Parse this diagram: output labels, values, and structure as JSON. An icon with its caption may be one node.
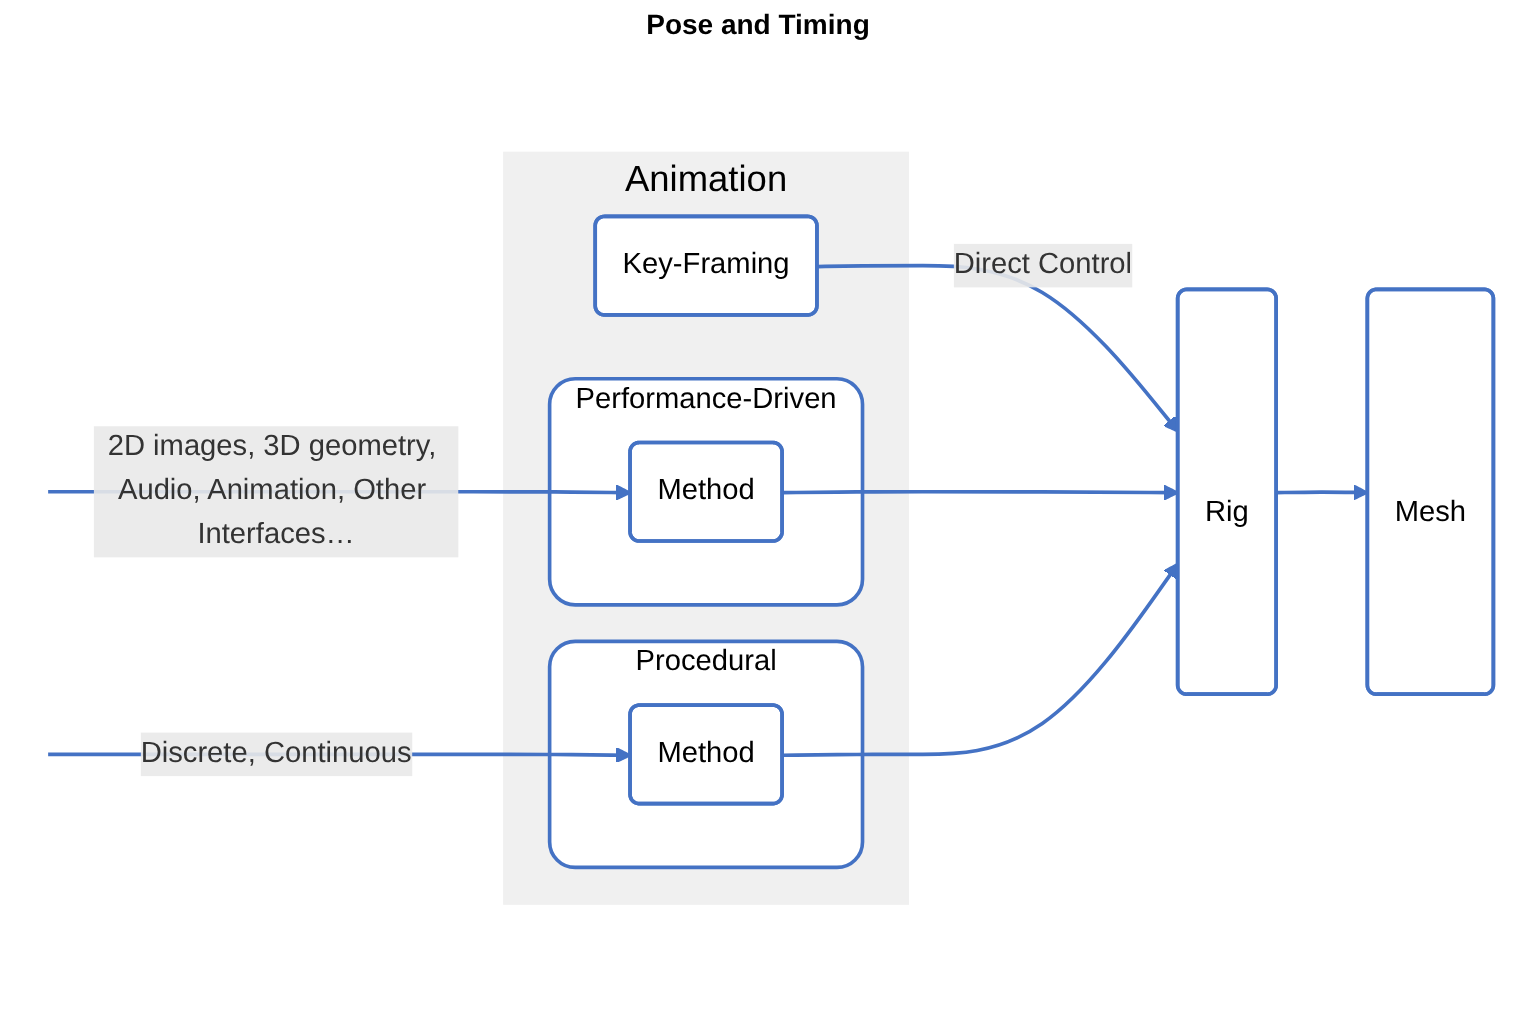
{
  "diagram": {
    "nodes": [
      {
        "text": [
          "Animation"
        ]
      },
      {
        "text": [
          "Key-Framing"
        ],
        "in": 0
      },
      {
        "text": [
          "Performance-Driven"
        ],
        "in": 0
      },
      {
        "text": [
          "Method"
        ],
        "in": 2
      },
      {
        "text": [
          "Procedural"
        ],
        "in": 0
      },
      {
        "text": [
          "Method"
        ],
        "in": 4
      },
      {
        "text": [
          "Rig"
        ]
      },
      {
        "text": [
          "Mesh"
        ]
      }
    ],
    "edges": [
      {
        "from": 1,
        "to": 6,
        "arrow": "to",
        "label": "Direct Control"
      },
      {
        "from": null,
        "to": 3,
        "arrow": "to",
        "label": "2D images, 3D geometry, Audio, Animation, Other Interfaces…"
      },
      {
        "from": 3,
        "to": 6,
        "arrow": "to"
      },
      {
        "from": null,
        "to": 5,
        "arrow": "to",
        "label": "Discrete, Continuous"
      },
      {
        "from": 5,
        "to": 6,
        "arrow": "to"
      },
      {
        "from": 6,
        "to": 7,
        "arrow": "to"
      }
    ],
    "labels": [
      "Pose and Timing"
    ]
  }
}
